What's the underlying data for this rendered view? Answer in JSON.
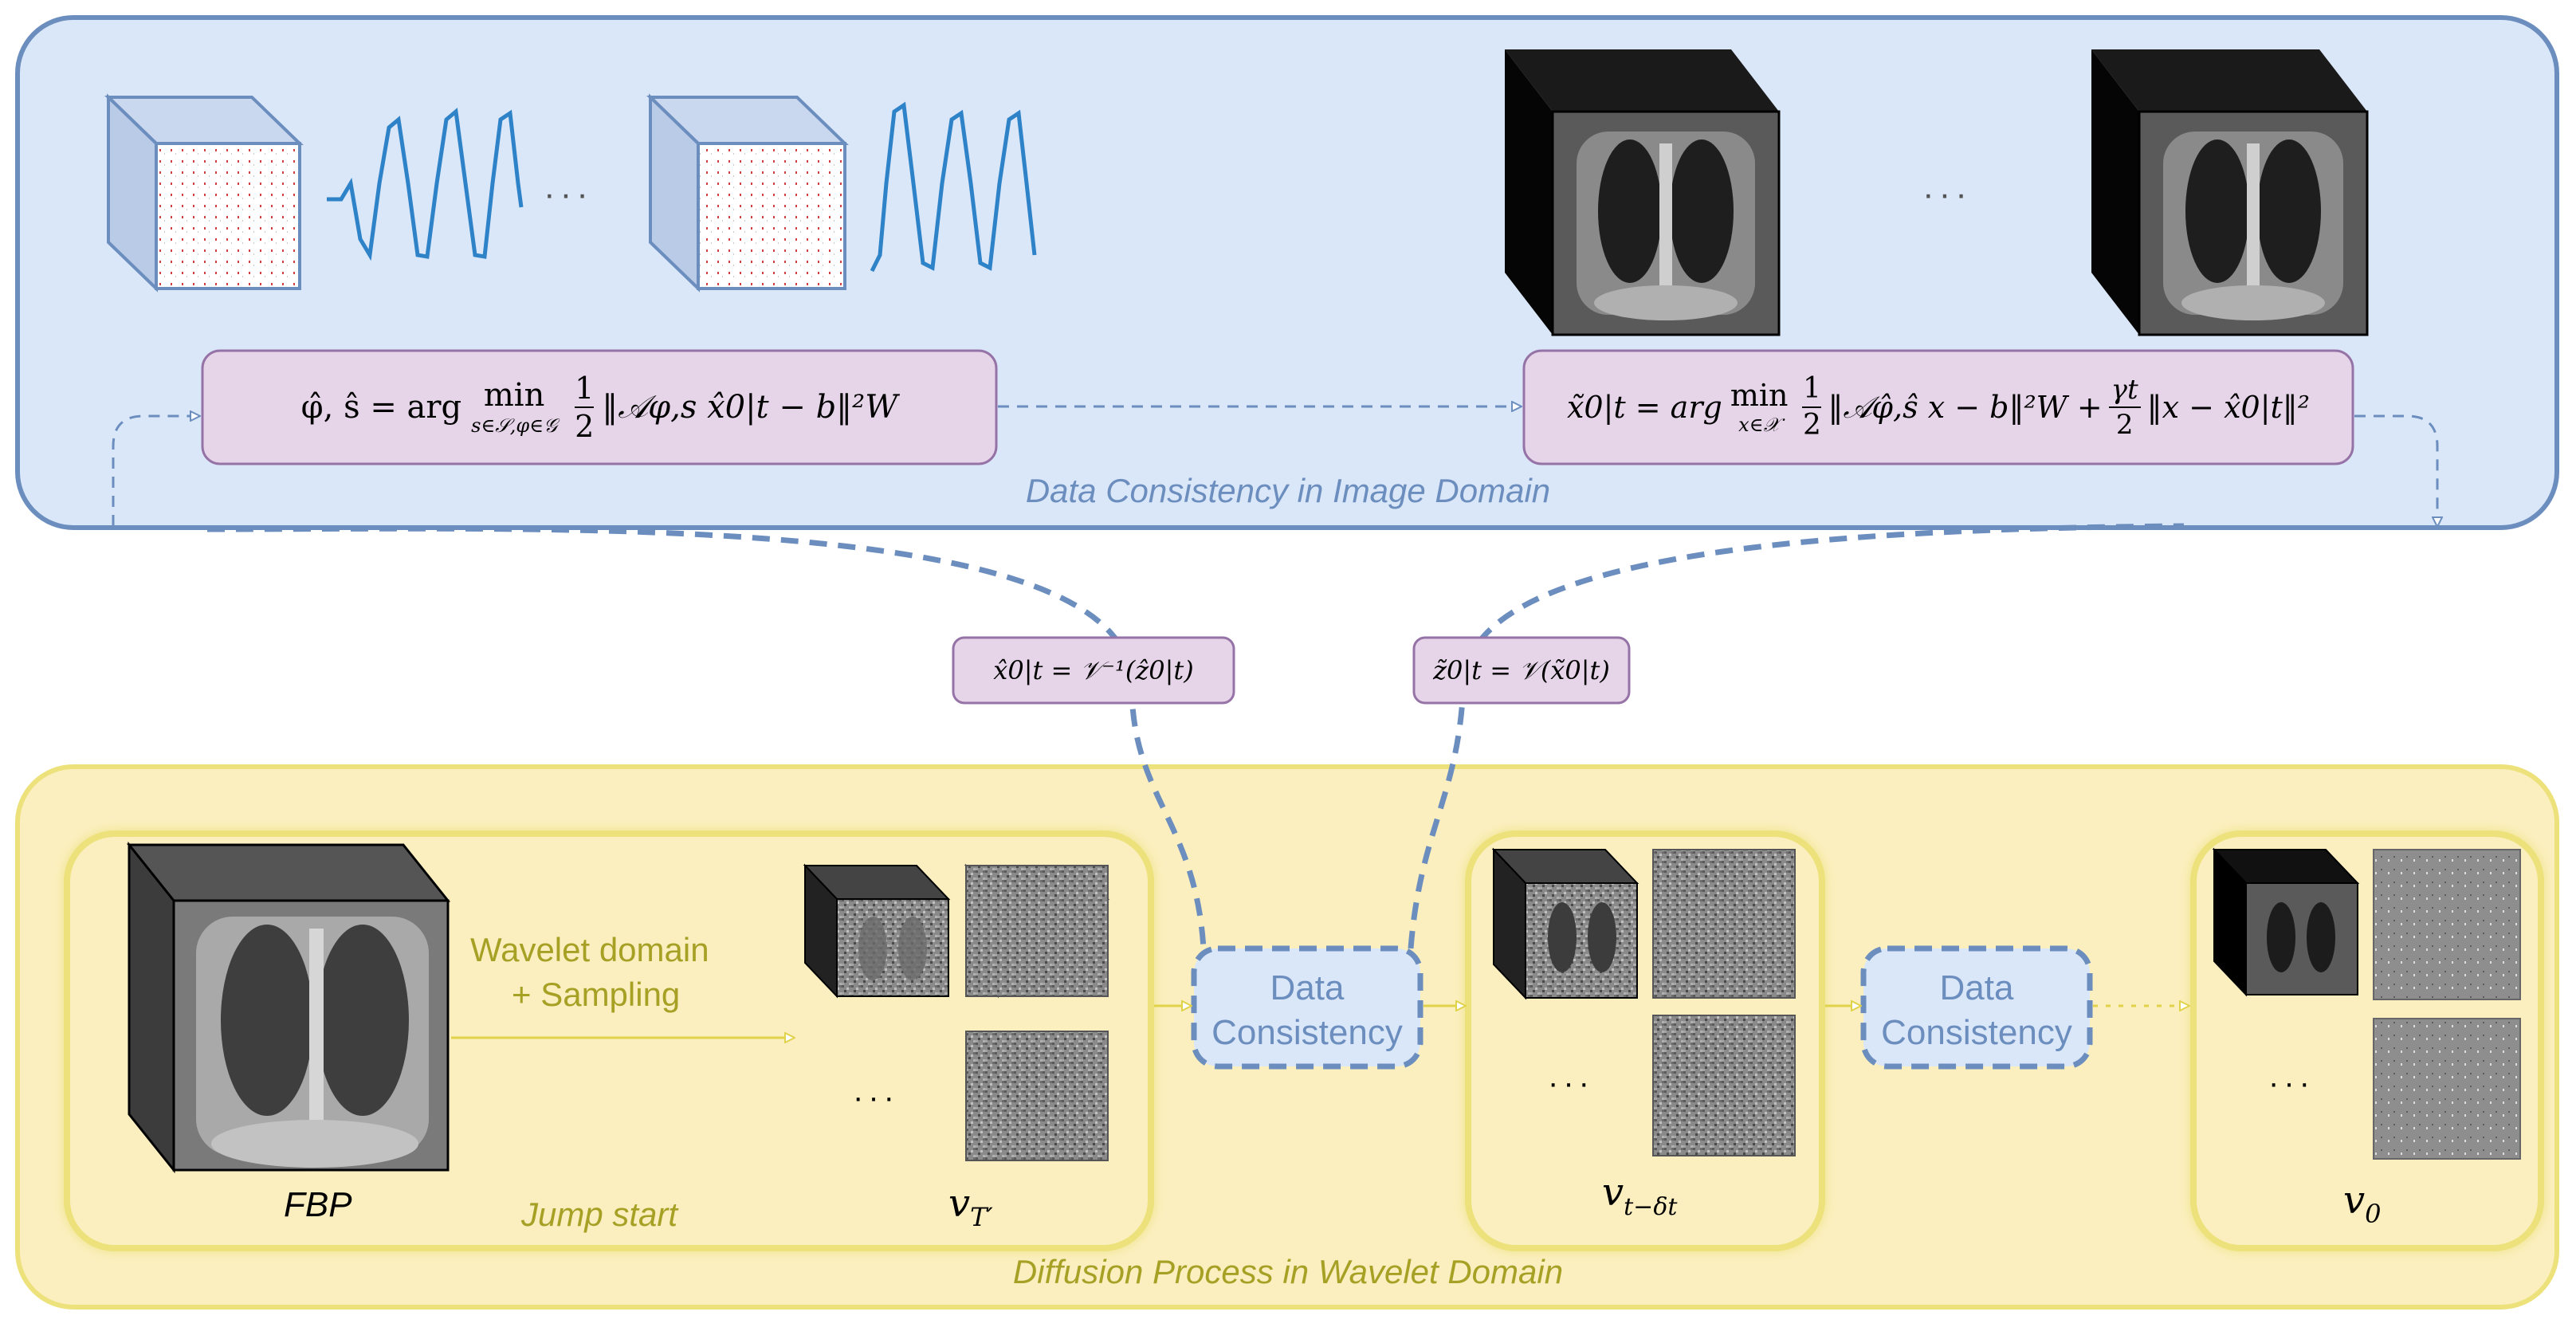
{
  "panels": {
    "image_domain_label": "Data Consistency in Image Domain",
    "wavelet_domain_label": "Diffusion Process in Wavelet Domain"
  },
  "equations": {
    "motion_estimation": "φ̂, ŝ = arg min_{s∈S, φ∈G} ½ ‖A_{φ,s} x̂_{0|t} − b‖²_W",
    "motion_estimation_parts": {
      "lhs": "φ̂, ŝ = arg",
      "min": "min",
      "sub": "s∈𝒮,φ∈𝒢",
      "rhs": "‖𝒜φ,s x̂0|t − b‖²W"
    },
    "reconstruction": "x̃_{0|t} = arg min_{x∈X} ½ ‖A_{φ̂,ŝ} x − b‖²_W + γ_t/2 ‖x − x̂_{0|t}‖²",
    "reconstruction_parts": {
      "lhs": "x̃0|t = arg",
      "min": "min",
      "sub": "x∈𝒳",
      "mid": "‖𝒜φ̂,ŝ x − b‖²W +",
      "gamma": "γt",
      "tail": "‖x − x̂0|t‖²"
    },
    "inverse_wavelet": "x̂0|t = 𝒱⁻¹(ẑ0|t)",
    "forward_wavelet": "z̃0|t = 𝒱(x̃0|t)"
  },
  "labels": {
    "ellipsis": "···",
    "wavelet_sampling_line1": "Wavelet domain",
    "wavelet_sampling_line2": "+ Sampling",
    "fbp": "FBP",
    "jump_start": "Jump start",
    "data_consistency_line1": "Data",
    "data_consistency_line2": "Consistency",
    "v_T_prime": "vT′",
    "v_t_minus": "vt−δt",
    "v_0": "v0"
  },
  "colors": {
    "image_panel_fill": "#dae7f8",
    "image_panel_border": "#6c8ebf",
    "wavelet_panel_fill": "#fbefbf",
    "wavelet_panel_border": "#ece17a",
    "equation_fill": "#e6d5e9",
    "equation_border": "#9673a6",
    "panel_label_text": "#6c8ebf",
    "wavelet_label_text": "#a6a025",
    "signal_line": "#2e82c8"
  }
}
